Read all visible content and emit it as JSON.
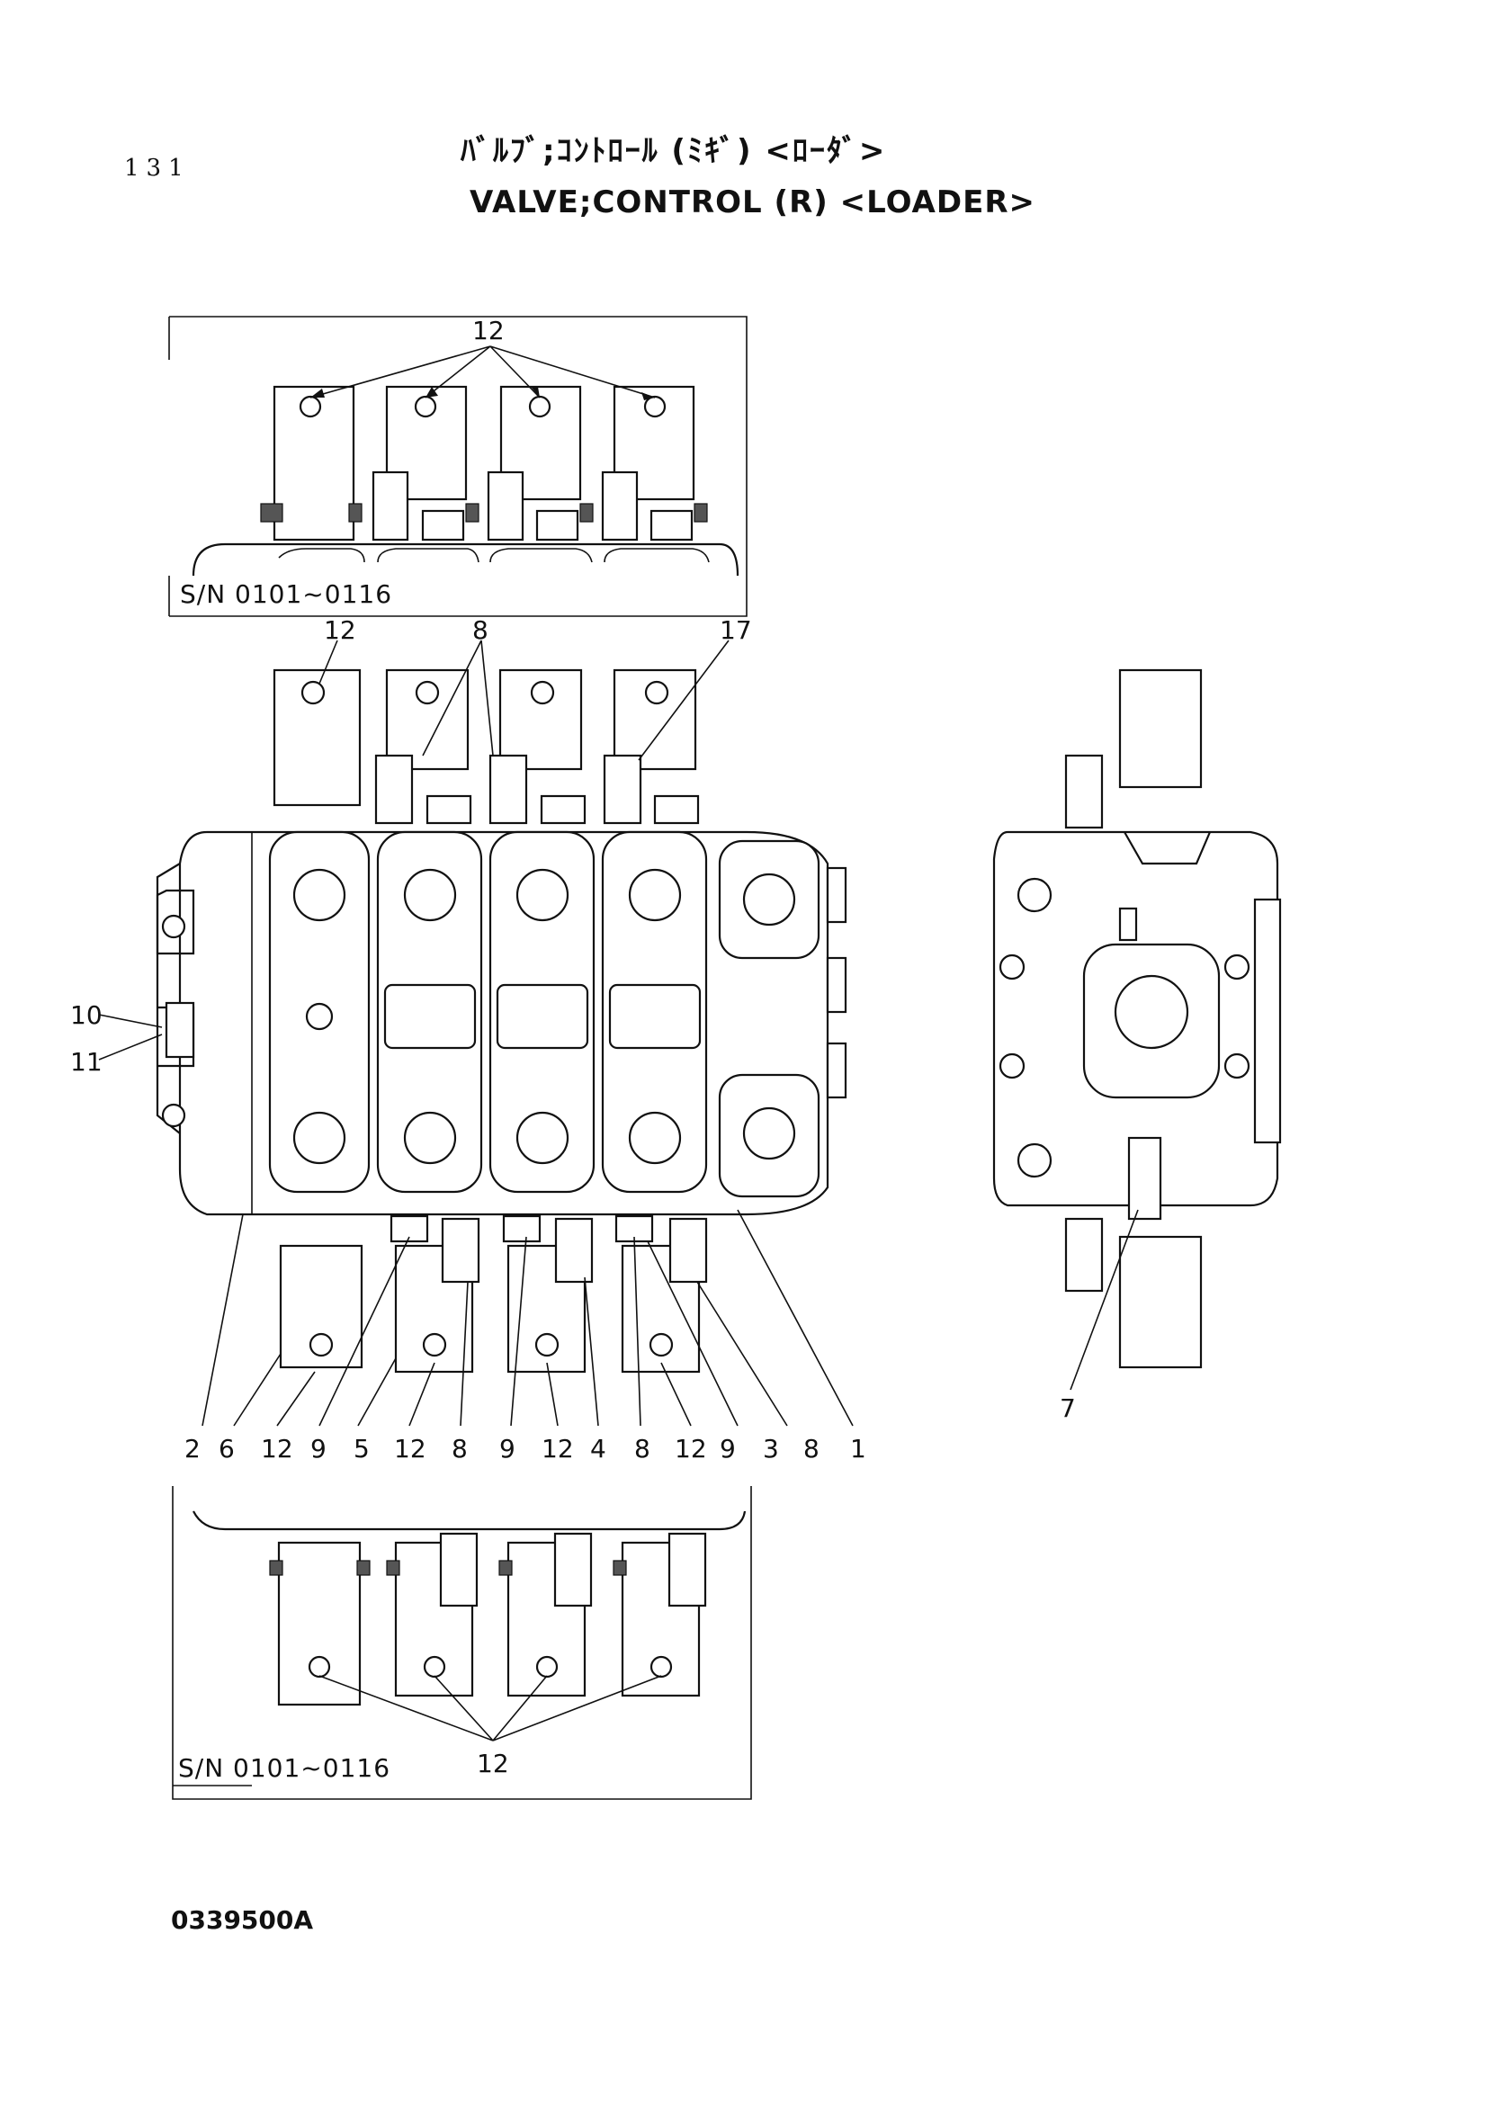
{
  "page_number": "131",
  "title_jp": "ﾊﾞﾙﾌﾞ;ｺﾝﾄﾛｰﾙ (ﾐｷﾞ) <ﾛｰﾀﾞ>",
  "title_en": "VALVE;CONTROL (R) <LOADER>",
  "drawing_number": "0339500A",
  "top_inset": {
    "serial": "S/N  0101~0116",
    "callout": "12"
  },
  "bottom_inset": {
    "serial": "S/N  0101~0116",
    "callout": "12"
  },
  "main_view": {
    "top_callouts": [
      "12",
      "8",
      "17"
    ],
    "left_callouts": [
      "10",
      "11"
    ],
    "bottom_callouts": [
      "2",
      "6",
      "12",
      "9",
      "5",
      "12",
      "8",
      "9",
      "12",
      "4",
      "8",
      "12",
      "9",
      "3",
      "8",
      "1"
    ]
  },
  "side_view": {
    "callout": "7"
  }
}
